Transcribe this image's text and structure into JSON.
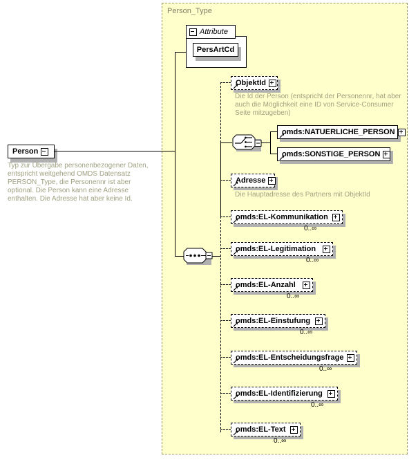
{
  "diagram": {
    "kind": "xml-schema-element-diagram",
    "root_element": {
      "name": "Person",
      "expander": "minus",
      "documentation": "Typ zur Übergabe personenbezogener Daten, entspricht weitgehend OMDS Datensatz PERSON_Type, die Personennr ist aber optional. Die Person kann eine Adresse enthalten. Die Adresse hat aber keine Id."
    },
    "type_box": {
      "title": "Person_Type"
    },
    "attribute_group": {
      "label": "Attribute",
      "expander": "minus",
      "attributes": [
        {
          "name": "PersArtCd"
        }
      ]
    },
    "compositors": {
      "choice": {
        "symbol_name": "choice-compositor",
        "expander": "minus"
      },
      "sequence": {
        "symbol_name": "sequence-compositor",
        "expander": "minus"
      }
    },
    "nodes": [
      {
        "id": "objektid",
        "label": "ObjektId",
        "expander": "plus",
        "optional": true,
        "external_ref": true,
        "documentation": "Die Id der Person (entspricht der Personennr, hat aber auch die Möglichkeit eine ID von Service-Consumer Seite mitzugeben)",
        "cardinality": ""
      },
      {
        "id": "natuerliche-person",
        "label": "omds:NATUERLICHE_PERSON",
        "expander": "plus",
        "optional": false,
        "external_ref": true,
        "documentation": "",
        "cardinality": ""
      },
      {
        "id": "sonstige-person",
        "label": "omds:SONSTIGE_PERSON",
        "expander": "plus",
        "optional": false,
        "external_ref": true,
        "documentation": "",
        "cardinality": ""
      },
      {
        "id": "adresse",
        "label": "Adresse",
        "expander": "plus",
        "optional": true,
        "external_ref": true,
        "documentation": "Die Hauptadresse des Partners mit ObjektId",
        "cardinality": ""
      },
      {
        "id": "el-kommunikation",
        "label": "omds:EL-Kommunikation",
        "expander": "plus",
        "optional": true,
        "external_ref": true,
        "documentation": "",
        "cardinality": "0..∞"
      },
      {
        "id": "el-legitimation",
        "label": "omds:EL-Legitimation",
        "expander": "plus",
        "optional": true,
        "external_ref": true,
        "documentation": "",
        "cardinality": "0..∞"
      },
      {
        "id": "el-anzahl",
        "label": "omds:EL-Anzahl",
        "expander": "plus",
        "optional": true,
        "external_ref": true,
        "documentation": "",
        "cardinality": "0..∞"
      },
      {
        "id": "el-einstufung",
        "label": "omds:EL-Einstufung",
        "expander": "plus",
        "optional": true,
        "external_ref": true,
        "documentation": "",
        "cardinality": "0..∞"
      },
      {
        "id": "el-entscheidungsfrage",
        "label": "omds:EL-Entscheidungsfrage",
        "expander": "plus",
        "optional": true,
        "external_ref": true,
        "documentation": "",
        "cardinality": "0..∞"
      },
      {
        "id": "el-identifizierung",
        "label": "omds:EL-Identifizierung",
        "expander": "plus",
        "optional": true,
        "external_ref": true,
        "documentation": "",
        "cardinality": "0..∞"
      },
      {
        "id": "el-text",
        "label": "omds:EL-Text",
        "expander": "plus",
        "optional": true,
        "external_ref": true,
        "documentation": "",
        "cardinality": "0..∞"
      }
    ],
    "colors": {
      "container_fill": "#ffffcc",
      "container_border": "#999966",
      "type_title": "#808066",
      "documentation_text": "#a0a080",
      "node_fill": "#ffffff",
      "node_border": "#000000",
      "shadow": "#b0b0b0"
    }
  }
}
